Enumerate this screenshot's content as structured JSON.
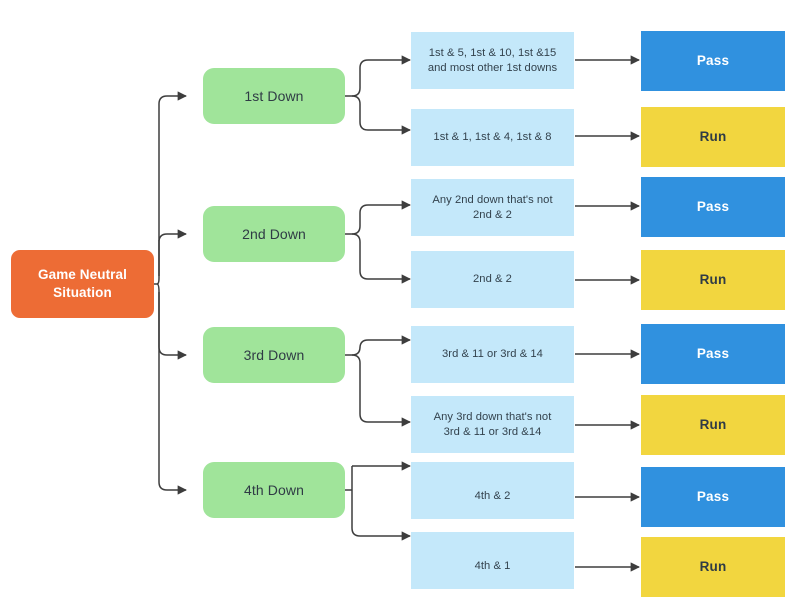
{
  "diagram": {
    "title": "Game Neutral Situation play-call decision tree",
    "colors": {
      "root": "#ED6C35",
      "down": "#A0E49A",
      "condition": "#C4E8FA",
      "pass": "#3091DF",
      "run": "#F2D63F",
      "connector": "#3d3d3d",
      "background": "#FFFFFF"
    }
  },
  "root": {
    "label": "Game Neutral Situation",
    "line1": "Game Neutral",
    "line2": "Situation"
  },
  "downs": [
    {
      "label": "1st Down"
    },
    {
      "label": "2nd Down"
    },
    {
      "label": "3rd Down"
    },
    {
      "label": "4th Down"
    }
  ],
  "conditions": [
    {
      "line1": "1st & 5, 1st & 10, 1st &15",
      "line2": "and most other 1st downs"
    },
    {
      "line1": "1st & 1, 1st & 4, 1st & 8",
      "line2": ""
    },
    {
      "line1": "Any 2nd down that's not",
      "line2": "2nd & 2"
    },
    {
      "line1": "2nd & 2",
      "line2": ""
    },
    {
      "line1": "3rd & 11 or 3rd & 14",
      "line2": ""
    },
    {
      "line1": "Any 3rd down that's not",
      "line2": "3rd & 11 or 3rd &14"
    },
    {
      "line1": "4th & 2",
      "line2": ""
    },
    {
      "line1": "4th & 1",
      "line2": ""
    }
  ],
  "outcomes": [
    {
      "label": "Pass",
      "kind": "pass"
    },
    {
      "label": "Run",
      "kind": "run"
    },
    {
      "label": "Pass",
      "kind": "pass"
    },
    {
      "label": "Run",
      "kind": "run"
    },
    {
      "label": "Pass",
      "kind": "pass"
    },
    {
      "label": "Run",
      "kind": "run"
    },
    {
      "label": "Pass",
      "kind": "pass"
    },
    {
      "label": "Run",
      "kind": "run"
    }
  ]
}
